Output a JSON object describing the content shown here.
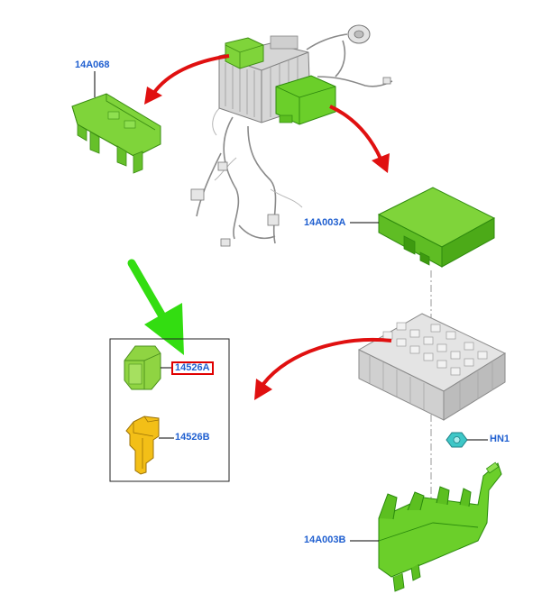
{
  "diagram": {
    "callouts": {
      "part_14A068": "14A068",
      "part_14A003A": "14A003A",
      "part_14526A": "14526A",
      "part_14526B": "14526B",
      "part_HN1": "HN1",
      "part_14A003B": "14A003B"
    },
    "highlighted_part": "14526A",
    "colors": {
      "callout_text": "#1f5fd0",
      "highlight_border": "#e00000",
      "exploded_arrow": "#e01010",
      "pointer_arrow": "#33dd11",
      "part_green": "#73d12e",
      "part_yellow": "#f3bf17",
      "clip_cyan": "#3ec7c7",
      "grey_body": "#d4d4d4"
    }
  }
}
